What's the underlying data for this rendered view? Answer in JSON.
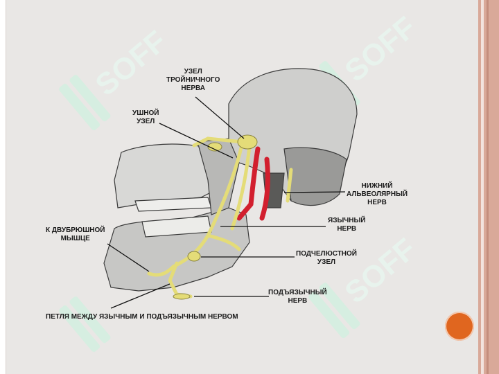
{
  "labels": {
    "trigeminal_ganglion": [
      "УЗЕЛ",
      "ТРОЙНИЧНОГО",
      "НЕРВА"
    ],
    "otic_ganglion": [
      "УШНОЙ",
      "УЗЕЛ"
    ],
    "inferior_alveolar": [
      "НИЖНИЙ",
      "АЛЬВЕОЛЯРНЫЙ",
      "НЕРВ"
    ],
    "lingual_nerve": [
      "ЯЗЫЧНЫЙ",
      "НЕРВ"
    ],
    "digastric": [
      "К ДВУБРЮШНОЙ",
      "МЫШЦЕ"
    ],
    "submandibular_ganglion": [
      "ПОДЧЕЛЮСТНОЙ",
      "УЗЕЛ"
    ],
    "hypoglossal": [
      "ПОДЪЯЗЫЧНЫЙ",
      "НЕРВ"
    ],
    "loop": "ПЕТЛЯ МЕЖДУ ЯЗЫЧНЫМ И ПОДЪЯЗЫЧНЫМ НЕРВОМ"
  },
  "watermark": "SOFF",
  "colors": {
    "nerve": "#e8e07a",
    "artery": "#d21f2e",
    "accent_circle": "#e0661f",
    "watermark": "#cfeedd"
  }
}
